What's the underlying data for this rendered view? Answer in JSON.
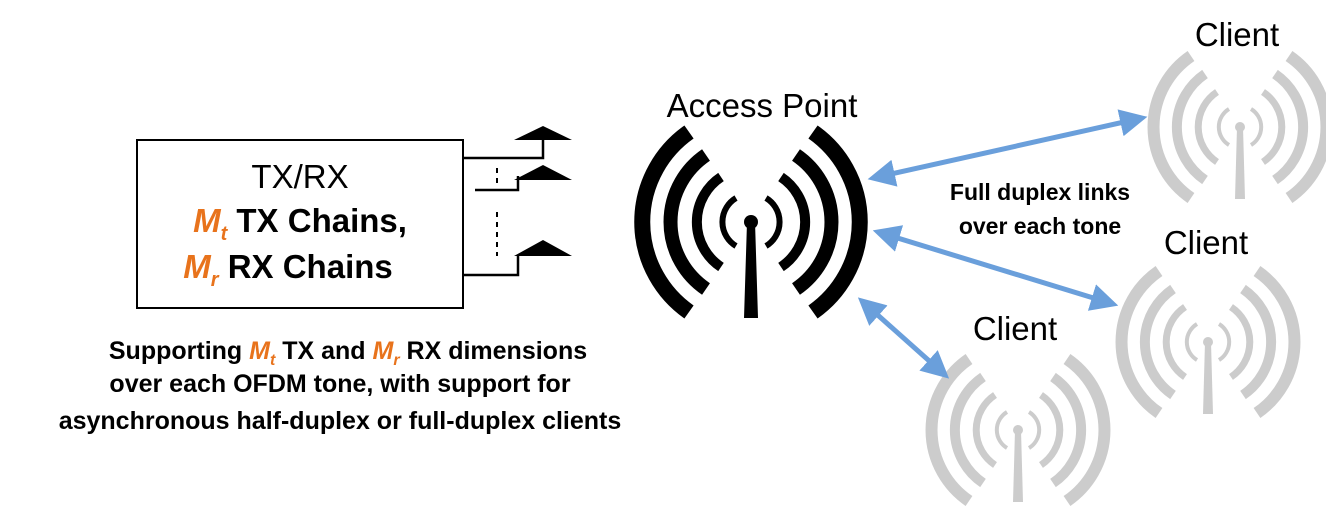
{
  "box": {
    "line1": "TX/RX",
    "tx_symbol": "M",
    "tx_subscript": "t",
    "tx_text": " TX Chains,",
    "rx_symbol": "M",
    "rx_subscript": "r",
    "rx_text": " RX Chains"
  },
  "caption": {
    "part1": "Supporting ",
    "tx_symbol": "M",
    "tx_subscript": "t",
    "part2": " TX and ",
    "rx_symbol": "M",
    "rx_subscript": "r",
    "part3": " RX dimensions",
    "line2": "over each OFDM tone, with support for",
    "line3": "asynchronous half-duplex or full-duplex clients"
  },
  "access_point": {
    "label": "Access Point"
  },
  "links_label": {
    "line1": "Full duplex links",
    "line2": "over each tone"
  },
  "clients": [
    {
      "label": "Client"
    },
    {
      "label": "Client"
    },
    {
      "label": "Client"
    }
  ],
  "colors": {
    "accent_orange": "#E8731C",
    "link_blue": "#6A9FDB",
    "client_gray": "#CCCCCC",
    "ap_black": "#000000"
  },
  "icons": {
    "access_point": "wireless-tower-icon",
    "client": "wireless-tower-icon",
    "antenna": "antenna-icon",
    "link": "double-arrow-icon"
  }
}
